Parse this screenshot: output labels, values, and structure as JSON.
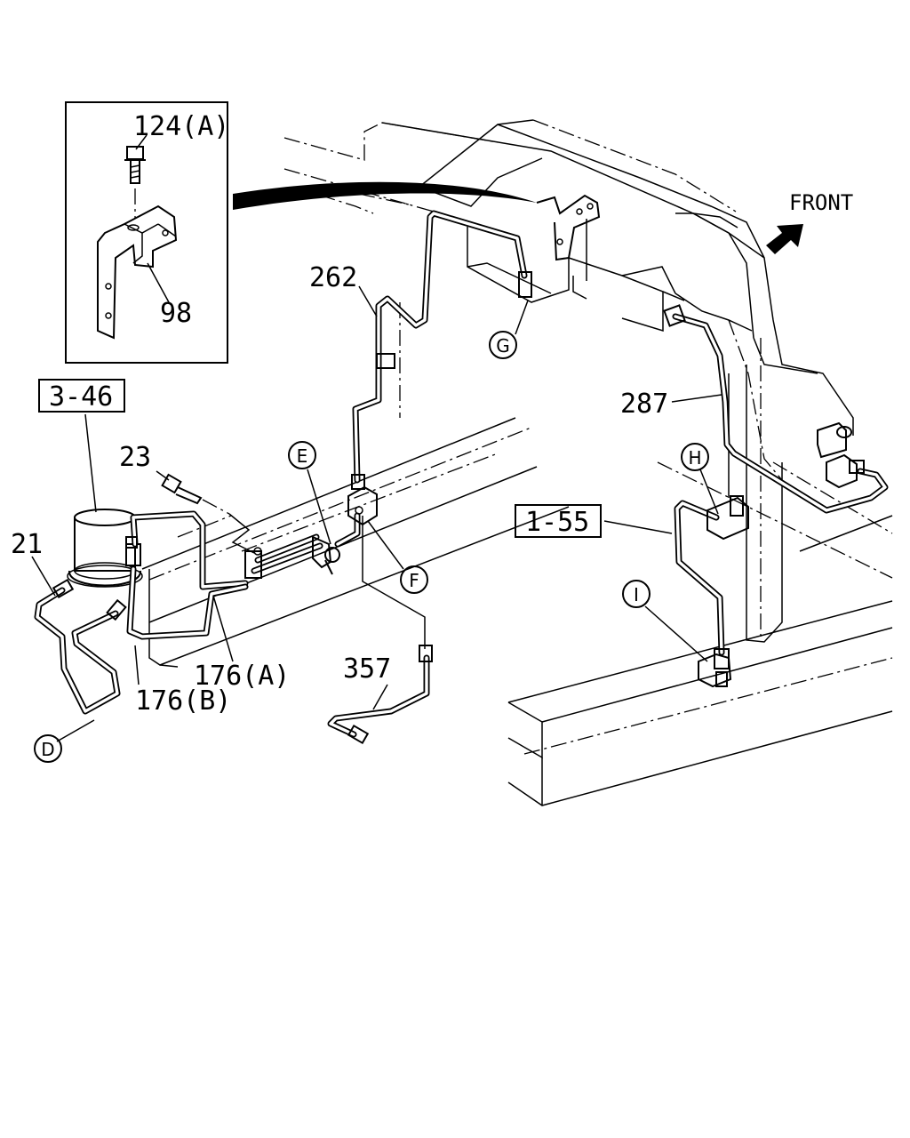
{
  "labels": {
    "l124a": "124(A)",
    "l98": "98",
    "l346": "3-46",
    "l23": "23",
    "l21": "21",
    "l262": "262",
    "l287": "287",
    "l155": "1-55",
    "l176a": "176(A)",
    "l176b": "176(B)",
    "l357": "357",
    "front": "FRONT"
  },
  "circled": {
    "c_d": "D",
    "c_e": "E",
    "c_f": "F",
    "c_g": "G",
    "c_h": "H",
    "c_i": "I"
  },
  "icons": {
    "front_arrow": "arrow-northeast-icon"
  }
}
